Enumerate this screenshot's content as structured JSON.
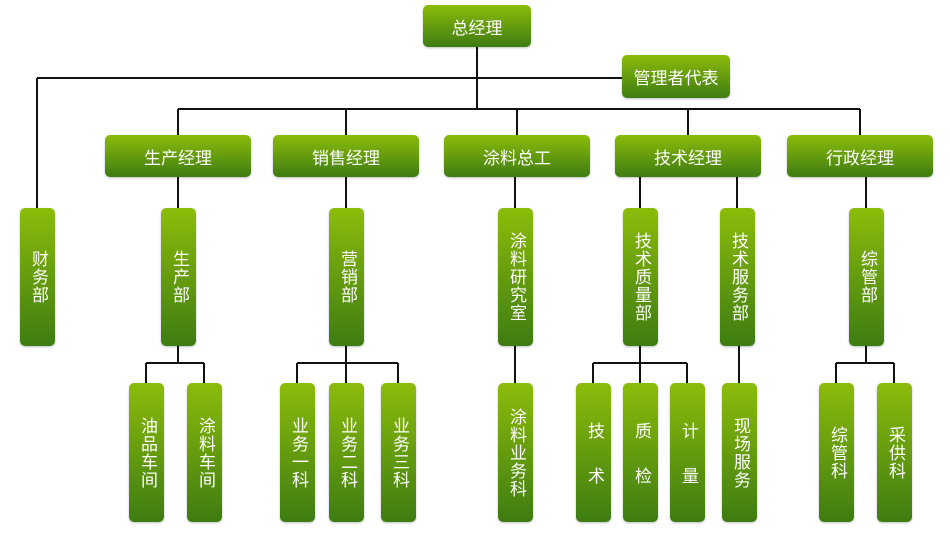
{
  "top": {
    "ceo": "总经理",
    "rep": "管理者代表"
  },
  "managers": [
    "生产经理",
    "销售经理",
    "涂料总工",
    "技术经理",
    "行政经理"
  ],
  "depts": [
    "财务部",
    "生产部",
    "营销部",
    "涂料研究室",
    "技术质量部",
    "技术服务部",
    "综管部"
  ],
  "units": [
    "油品车间",
    "涂料车间",
    "业务一科",
    "业务二科",
    "业务三科",
    "涂料业务科",
    "技术",
    "质检",
    "计量",
    "现场服务",
    "综管科",
    "采供科"
  ]
}
